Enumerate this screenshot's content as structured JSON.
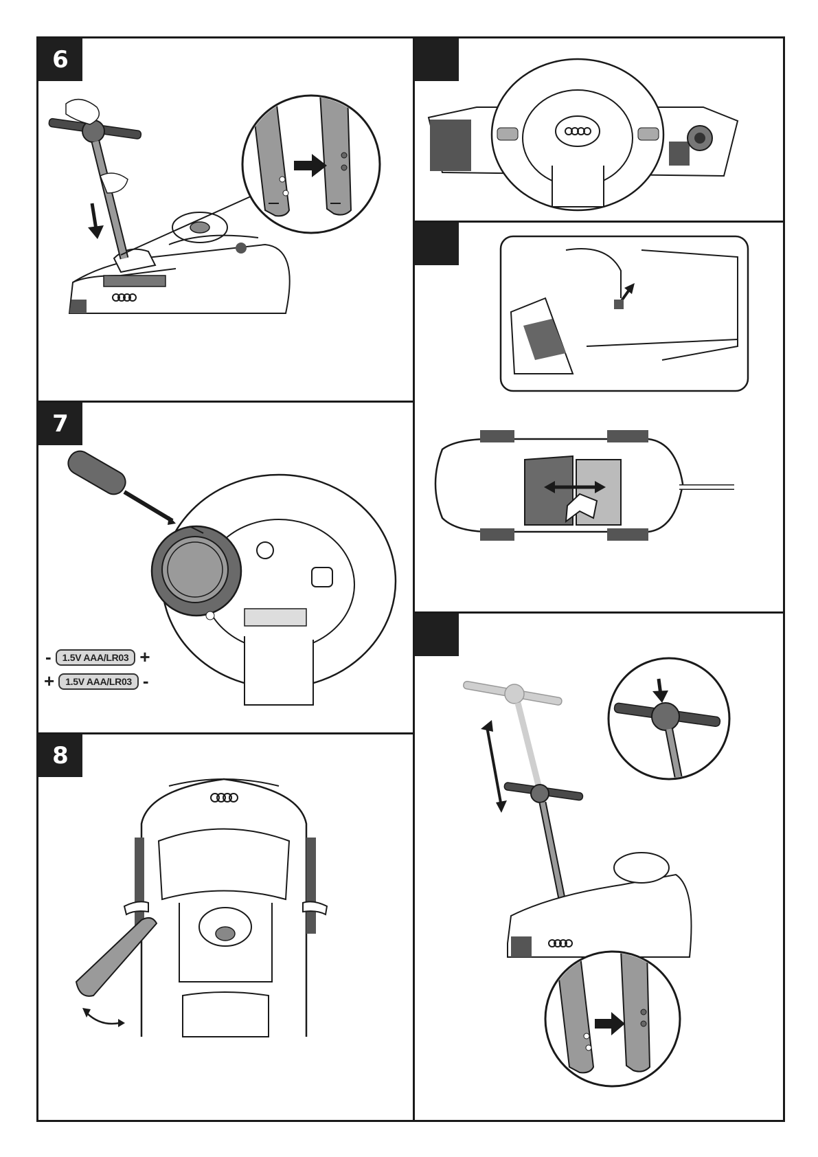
{
  "steps": {
    "s6": "6",
    "s7": "7",
    "s8": "8",
    "r1": "",
    "r2": "",
    "r3": ""
  },
  "battery": {
    "label": "1.5V AAA/LR03",
    "row1_left": "-",
    "row1_right": "+",
    "row2_left": "+",
    "row2_right": "-"
  },
  "colors": {
    "line": "#1a1a1a",
    "fill_dark": "#5a5a5a",
    "fill_mid": "#9a9a9a",
    "fill_light": "#cfcfcf"
  },
  "icons": [
    "arrow-icon",
    "screwdriver-icon",
    "brand-rings-icon"
  ]
}
